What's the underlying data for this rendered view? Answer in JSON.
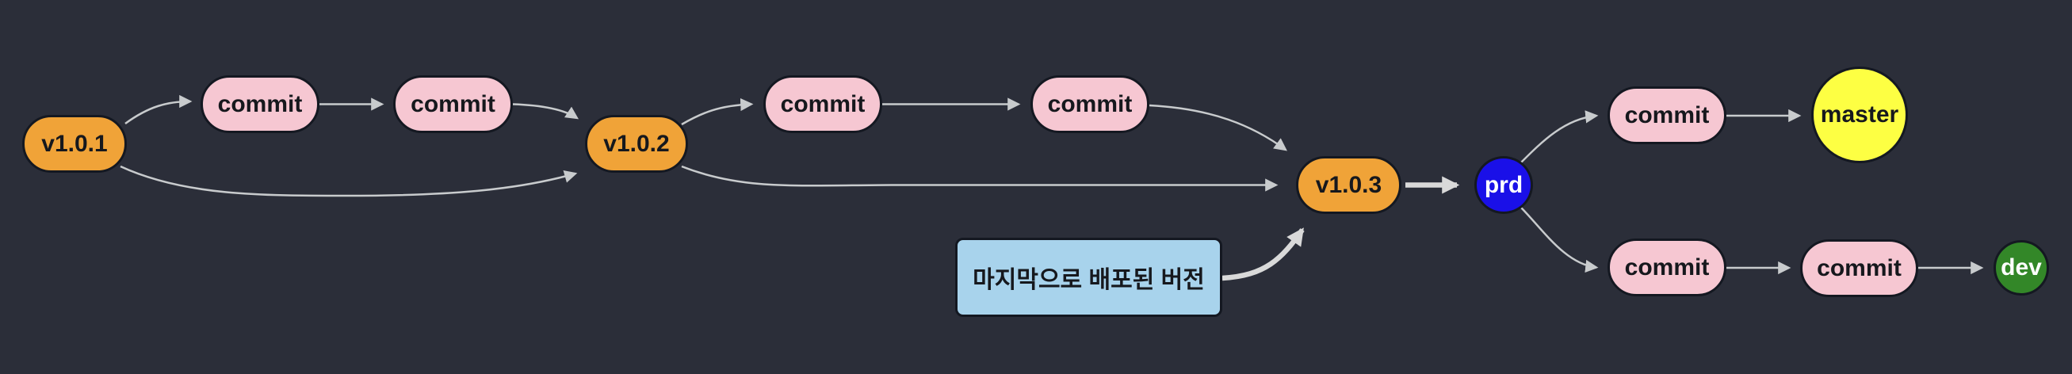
{
  "diagram": {
    "type": "git-branch-flow",
    "background_color": "#2b2e39",
    "edge_color": "#c8cbcd",
    "thick_edge_color": "#d9d9d9",
    "node_border_color": "#141821",
    "nodes": [
      {
        "id": "v1-0-1",
        "label": "v1.0.1",
        "shape": "pill",
        "color": "#f0a338"
      },
      {
        "id": "commit-1",
        "label": "commit",
        "shape": "pill",
        "color": "#f6c7d2"
      },
      {
        "id": "commit-2",
        "label": "commit",
        "shape": "pill",
        "color": "#f6c7d2"
      },
      {
        "id": "v1-0-2",
        "label": "v1.0.2",
        "shape": "pill",
        "color": "#f0a338"
      },
      {
        "id": "commit-3",
        "label": "commit",
        "shape": "pill",
        "color": "#f6c7d2"
      },
      {
        "id": "commit-4",
        "label": "commit",
        "shape": "pill",
        "color": "#f6c7d2"
      },
      {
        "id": "v1-0-3",
        "label": "v1.0.3",
        "shape": "pill",
        "color": "#f0a338"
      },
      {
        "id": "prd",
        "label": "prd",
        "shape": "circle",
        "color": "#1a10e8"
      },
      {
        "id": "commit-5",
        "label": "commit",
        "shape": "pill",
        "color": "#f6c7d2"
      },
      {
        "id": "master",
        "label": "master",
        "shape": "circle",
        "color": "#fdff43"
      },
      {
        "id": "commit-6",
        "label": "commit",
        "shape": "pill",
        "color": "#f6c7d2"
      },
      {
        "id": "commit-7",
        "label": "commit",
        "shape": "pill",
        "color": "#f6c7d2"
      },
      {
        "id": "dev",
        "label": "dev",
        "shape": "circle",
        "color": "#338728"
      }
    ],
    "note": {
      "label": "마지막으로 배포된 버전",
      "color": "#a8d3ec",
      "points_to": "v1.0.3"
    },
    "edges": [
      "v1.0.1→commit",
      "commit→commit",
      "commit→v1.0.2",
      "v1.0.1→v1.0.2",
      "v1.0.2→commit",
      "commit→commit",
      "commit→v1.0.3",
      "v1.0.2→v1.0.3",
      "v1.0.3→prd",
      "note→v1.0.3",
      "prd→commit",
      "commit→master",
      "prd→commit",
      "commit→commit",
      "commit→dev"
    ]
  }
}
